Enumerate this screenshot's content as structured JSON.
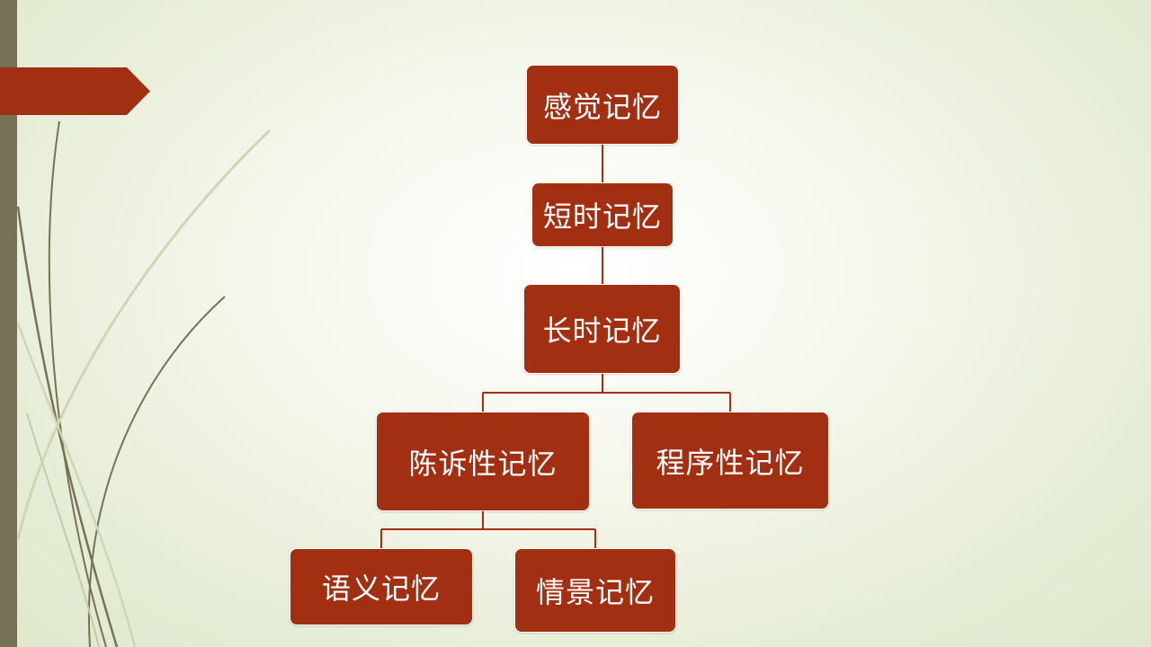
{
  "diagram": {
    "nodes": {
      "sensory": "感觉记忆",
      "short_term": "短时记忆",
      "long_term": "长时记忆",
      "declarative": "陈诉性记忆",
      "procedural": "程序性记忆",
      "semantic": "语义记忆",
      "episodic": "情景记忆"
    },
    "edges": [
      [
        "sensory",
        "short_term"
      ],
      [
        "short_term",
        "long_term"
      ],
      [
        "long_term",
        "declarative"
      ],
      [
        "long_term",
        "procedural"
      ],
      [
        "declarative",
        "semantic"
      ],
      [
        "declarative",
        "episodic"
      ]
    ]
  },
  "colors": {
    "node_fill": "#a32f13",
    "node_text": "#ffffff",
    "connector": "#a32f13",
    "side_bar": "#777257"
  }
}
